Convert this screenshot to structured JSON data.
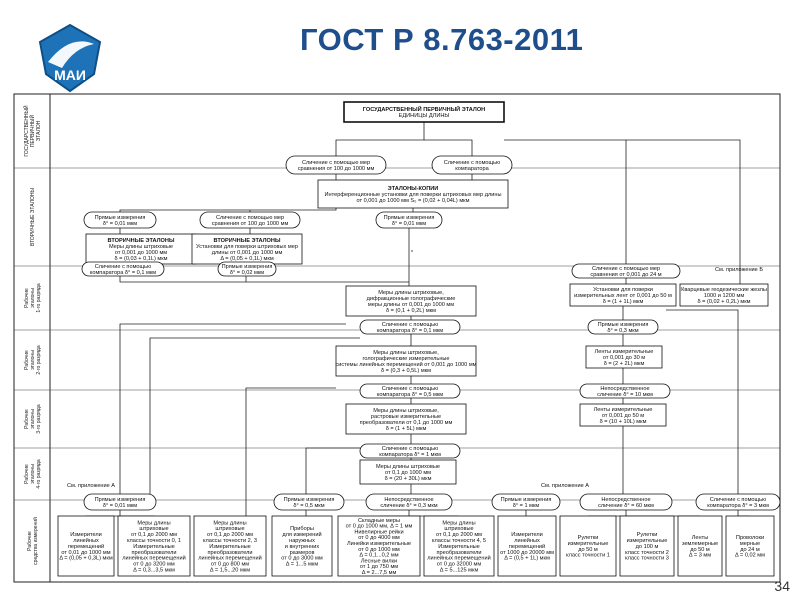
{
  "slide": {
    "title": "ГОСТ Р 8.763-2011",
    "page_number": "34",
    "logo_text": "МАИ"
  },
  "lanes": [
    [
      "ГОСУДАРСТВЕННЫЙ",
      "ПЕРВИЧНЫЙ",
      "ЭТАЛОН"
    ],
    [
      "ВТОРИЧНЫЕ ЭТАЛОНЫ"
    ],
    [
      "Рабочие",
      "эталоны",
      "1-го разряда"
    ],
    [
      "Рабочие",
      "эталоны",
      "2-го разряда"
    ],
    [
      "Рабочие",
      "эталоны",
      "3-го разряда"
    ],
    [
      "Рабочие",
      "эталоны",
      "4-го разряда"
    ],
    [
      "Рабочие",
      "средства измерений"
    ]
  ],
  "nodes": {
    "gpe": [
      "ГОСУДАРСТВЕННЫЙ ПЕРВИЧНЫЙ ЭТАЛОН",
      "ЕДИНИЦЫ ДЛИНЫ"
    ],
    "cmp_gpe_1": [
      "Сличение с помощью мер",
      "сравнения от 100 до 1000 мм"
    ],
    "cmp_gpe_2": [
      "Сличение с помощью",
      "компаратора"
    ],
    "etalon_copy": [
      "ЭТАЛОНЫ-КОПИИ",
      "Интерференционные установки для поверки штриховых мер длины",
      "от 0,001 до 1000 мм      S₀ = (0,02 + 0,04L) мкм"
    ],
    "v_direct_1": [
      "Прямые измерения",
      "δ° = 0,01 мкм"
    ],
    "v_cmp_measures": [
      "Сличение с помощью мер",
      "сравнения от 100 до 1000 мм"
    ],
    "v_direct_2": [
      "Прямые измерения",
      "δ° = 0,01 мкм"
    ],
    "v_etalon_1": [
      "ВТОРИЧНЫЕ ЭТАЛОНЫ",
      "Меры длины штриховые",
      "от 0,001 до 1000 мм",
      "δ = (0,03 + 0,1L) мкм"
    ],
    "v_etalon_2": [
      "ВТОРИЧНЫЕ ЭТАЛОНЫ",
      "Установки для поверки штриховых мер",
      "длины от 0,001 до 1000 мм",
      "Δ = (0,05 + 0,1L) мкм"
    ],
    "v_cmp_comp": [
      "Сличение с помощью",
      "компаратора δ° = 0,1 мкм"
    ],
    "v_direct_3": [
      "Прямые измерения",
      "δ° = 0,02 мкм"
    ],
    "r1_measures": [
      "Меры длины штриховые,",
      "дифракционные голографические",
      "меры длины от 0,001 до 1000 мм",
      "δ = (0,1 + 0,2L) мкм"
    ],
    "r1_cmp_measures": [
      "Сличение с помощью мер",
      "сравнения от 0,001 до 24 м"
    ],
    "r1_installations": [
      "Установки для поверки",
      "измерительных лент от 0,001 до 50 м",
      "δ = (1 + 1L) мкм"
    ],
    "r1_geodetic": [
      "Кварцевые геодезические жезлы",
      "1000 и 1200 мм",
      "δ = (0,02 + 0,2L) мкм"
    ],
    "see_b": [
      "См. приложение Б"
    ],
    "r2_cmp": [
      "Сличение с помощью",
      "компаратора δ° = 0,1 мкм"
    ],
    "r2_direct": [
      "Прямые измерения",
      "δ° = 0,3 мкм"
    ],
    "r2_measures": [
      "Меры длины штриховые,",
      "голографические измерительные",
      "системы линейных перемещений от 0,001 до 1000 мм",
      "δ = (0,3 + 0,5L) мкм"
    ],
    "r2_tapes": [
      "Ленты измерительные",
      "от 0,001 до 30 м",
      "δ = (2 + 2L) мкм"
    ],
    "r3_cmp": [
      "Сличение с помощью",
      "компаратора δ° = 0,5 мкм"
    ],
    "r3_direct_cmp": [
      "Непосредственное",
      "сличение δ° = 10 мкм"
    ],
    "r3_measures": [
      "Меры длины штриховые,",
      "растровые измерительные",
      "преобразователи от 0,1 до 1000 мм",
      "δ = (1 + 5L) мкм"
    ],
    "r3_tapes": [
      "Ленты измерительные",
      "от 0,001 до 50 м",
      "δ = (10 + 10L) мкм"
    ],
    "r4_cmp": [
      "Сличение с помощью",
      "компаратора δ° = 1 мкм"
    ],
    "r4_measures": [
      "Меры длины штриховые",
      "от 0,1 до 1000 мм",
      "δ = (20 + 30L) мкм"
    ],
    "see_a_1": [
      "См. приложение А"
    ],
    "see_a_2": [
      "См. приложение А"
    ],
    "w_direct_1": [
      "Прямые измерения",
      "δ° = 0,01 мкм"
    ],
    "w_direct_2": [
      "Прямые измерения",
      "δ° = 0,5 мкм"
    ],
    "w_direct_cmp_1": [
      "Непосредственное",
      "сличение δ° = 0,3 мкм"
    ],
    "w_direct_3": [
      "Прямые измерения",
      "δ° = 1 мкм"
    ],
    "w_direct_cmp_2": [
      "Непосредственное",
      "сличение δ° = 60 мкм"
    ],
    "w_cmp_comp": [
      "Сличение с помощью",
      "компаратора δ° = 3 мкм"
    ],
    "si_1": [
      "Измерители",
      "линейных",
      "перемещений",
      "от 0,01 до 1000 мм",
      "Δ = (0,05 + 0,3L) мкм"
    ],
    "si_2": [
      "Меры длины",
      "штриховые",
      "от 0,1 до 2000 мм",
      "классы точности 0, 1",
      "Измерительные",
      "преобразователи",
      "линейных перемещений",
      "от 0 до 3200 мм",
      "Δ = 0,3...3,5 мкм"
    ],
    "si_3": [
      "Меры длины",
      "штриховые",
      "от 0,1 до 2000 мм",
      "классы точности 2, 3",
      "Измерительные",
      "преобразователи",
      "линейных перемещений",
      "от 0 до 800 мм",
      "Δ = 1,5...20 мкм"
    ],
    "si_4": [
      "Приборы",
      "для измерений",
      "наружных",
      "и внутренних",
      "размеров",
      "от 0 до 3000 мм",
      "Δ = 1...5 мкм"
    ],
    "si_5": [
      "Складные меры",
      "от 0 до 1000 мм, Δ = 1 мм",
      "Нивелирные рейки",
      "от 0 до 4000 мм",
      "Линейки измерительные",
      "от 0 до 1000 мм",
      "Δ = 0,1...0,2 мм",
      "Лесные вилки",
      "от 1 до 750 мм",
      "Δ = 2...7,5 мм"
    ],
    "si_6": [
      "Меры длины",
      "штриховые",
      "от 0,1 до 2000 мм",
      "классы точности 4, 5",
      "Измерительные",
      "преобразователи",
      "линейных перемещений",
      "от 0 до 32000 мм",
      "Δ = 5...125 мкм"
    ],
    "si_7": [
      "Измерители",
      "линейных",
      "перемещений",
      "от 1000 до 20000 мм",
      "Δ = (0,5 + 1L) мкм"
    ],
    "si_8": [
      "Рулетки",
      "измерительные",
      "до 50 м",
      "класс точности 1"
    ],
    "si_9": [
      "Рулетки",
      "измерительные",
      "до 100 м",
      "класс точности 2",
      "класс точности 3"
    ],
    "si_10": [
      "Ленты",
      "землемерные",
      "до 50 м",
      "Δ = 3 мм"
    ],
    "si_11": [
      "Проволоки",
      "мерные",
      "до 24 м",
      "Δ = 0,02 мм"
    ]
  }
}
